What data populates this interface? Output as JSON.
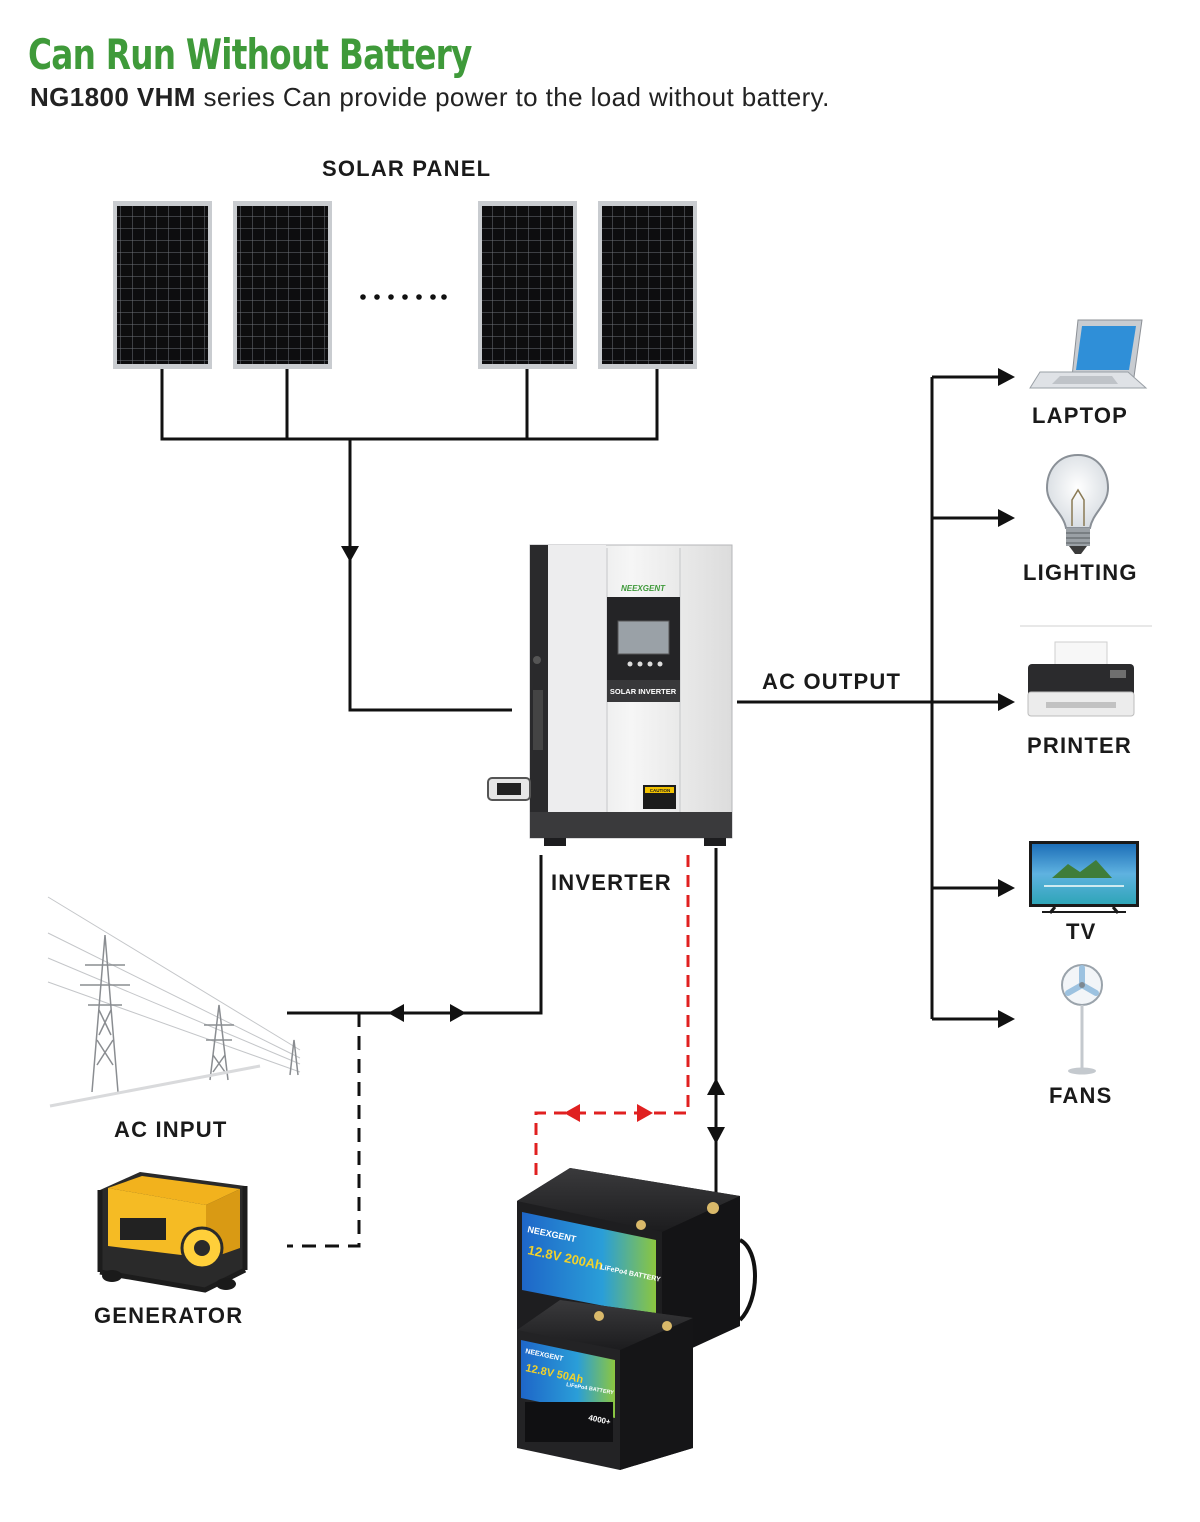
{
  "title": "Can Run Without Battery",
  "subtitle": {
    "model": "NG1800 VHM",
    "text": " series Can provide power to the load without battery."
  },
  "labels": {
    "solar_panel": "SOLAR PANEL",
    "ac_output": "AC OUTPUT",
    "inverter": "INVERTER",
    "ac_input": "AC INPUT",
    "generator": "GENERATOR"
  },
  "loads": [
    "LAPTOP",
    "LIGHTING",
    "PRINTER",
    "TV",
    "FANS"
  ],
  "inverter_device": {
    "brand": "NEEXGENT",
    "panel_text": "SOLAR INVERTER",
    "caution_text": "CAUTION"
  },
  "batteries": {
    "brand": "NEEXGENT",
    "large_capacity": "12.8V 200Ah",
    "small_capacity": "12.8V 50Ah",
    "type": "LiFePo4 BATTERY",
    "cycles": "4000+"
  },
  "colors": {
    "title_green": "#3f9a3a",
    "line": "#111111",
    "battery_link": "#e02020",
    "battery_label_blue": "#1e66c8",
    "battery_label_green": "#8cc63f"
  }
}
